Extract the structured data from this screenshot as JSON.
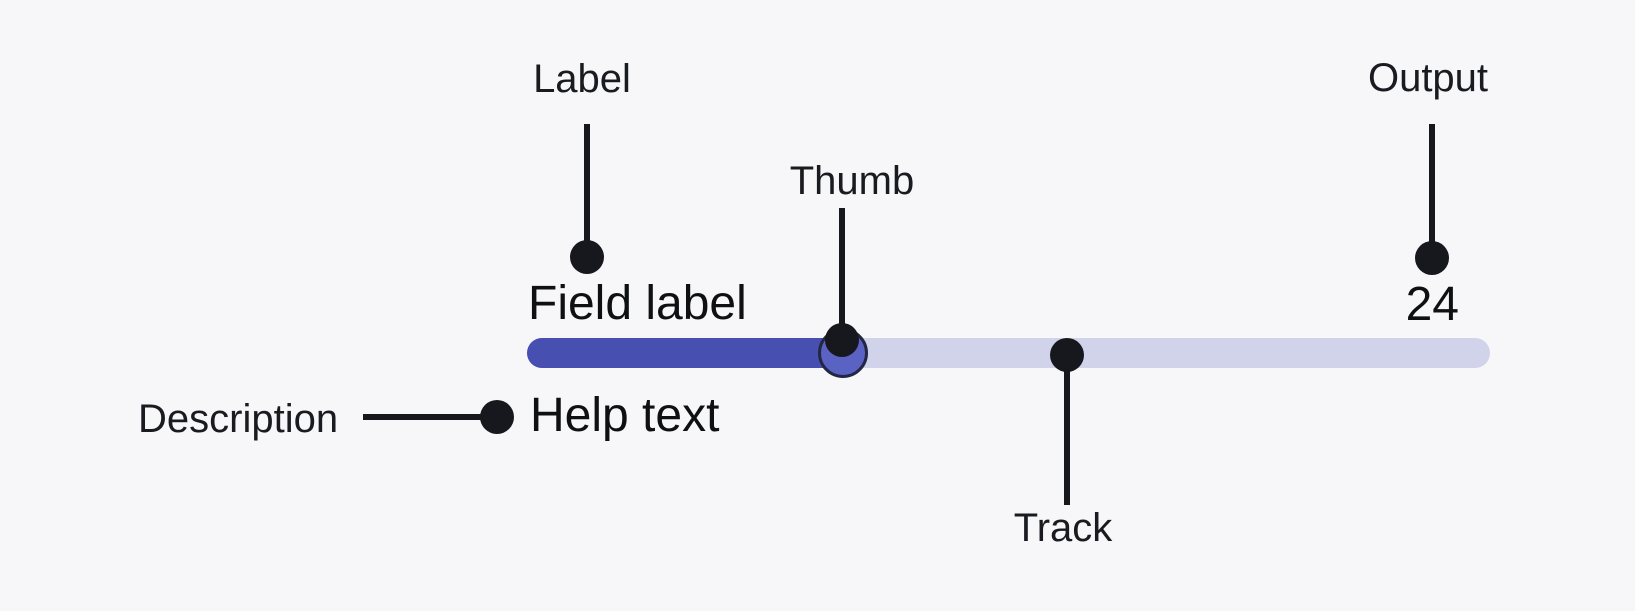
{
  "slider": {
    "field_label": "Field label",
    "output_value": "24",
    "help_text": "Help text",
    "value_fraction": 0.34,
    "colors": {
      "track": "#d0d3ea",
      "fill": "#474fb0",
      "thumb": "#5a63c4",
      "thumb_border": "#232741"
    }
  },
  "annotations": {
    "label": "Label",
    "thumb": "Thumb",
    "output": "Output",
    "track": "Track",
    "description": "Description",
    "color": "#17181d"
  },
  "canvas": {
    "background": "#f7f7fa"
  }
}
